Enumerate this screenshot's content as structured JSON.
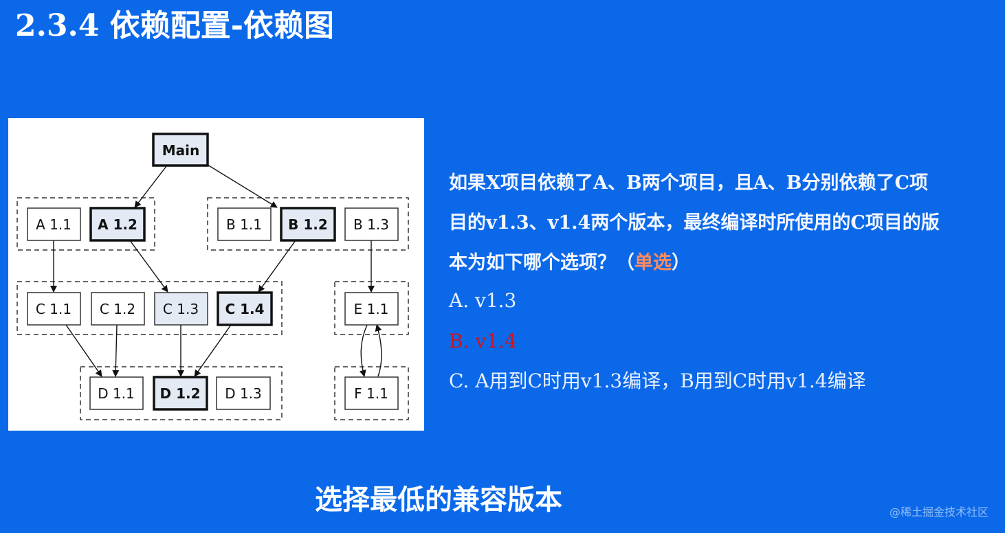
{
  "slide": {
    "title": "2.3.4 依赖配置-依赖图",
    "background_color": "#0b69e9"
  },
  "question": {
    "lines": [
      "如果X项目依赖了A、B两个项目，且A、B分别依赖了C项",
      "目的v1.3、v1.4两个版本，最终编译时所使用的C项目的版",
      "本为如下哪个选项？（"
    ],
    "type_tag": "单选",
    "type_tag_close": "）",
    "type_tag_color": "#ff8a5c"
  },
  "options": [
    {
      "label": "A. v1.3",
      "correct": false
    },
    {
      "label": "B. v1.4",
      "correct": true
    },
    {
      "label": "C. A用到C时用v1.3编译，B用到C时用v1.4编译",
      "correct": false
    }
  ],
  "conclusion": "选择最低的兼容版本",
  "watermark": "@稀土掘金技术社区",
  "diagram": {
    "nodes": {
      "main": "Main",
      "a11": "A 1.1",
      "a12": "A 1.2",
      "b11": "B 1.1",
      "b12": "B 1.2",
      "b13": "B 1.3",
      "c11": "C 1.1",
      "c12": "C 1.2",
      "c13": "C 1.3",
      "c14": "C 1.4",
      "d11": "D 1.1",
      "d12": "D 1.2",
      "d13": "D 1.3",
      "e11": "E 1.1",
      "f11": "F 1.1"
    },
    "selected_nodes": [
      "Main",
      "A 1.2",
      "B 1.2",
      "C 1.4",
      "D 1.2"
    ],
    "highlighted_nodes": [
      "C 1.3"
    ],
    "edges": [
      [
        "Main",
        "A 1.2"
      ],
      [
        "Main",
        "B 1.2"
      ],
      [
        "A 1.1",
        "C 1.1"
      ],
      [
        "A 1.2",
        "C 1.3"
      ],
      [
        "B 1.2",
        "C 1.4"
      ],
      [
        "B 1.3",
        "E 1.1"
      ],
      [
        "C 1.1",
        "D 1.1"
      ],
      [
        "C 1.2",
        "D 1.1"
      ],
      [
        "C 1.3",
        "D 1.2"
      ],
      [
        "C 1.4",
        "D 1.2"
      ],
      [
        "E 1.1",
        "F 1.1"
      ],
      [
        "F 1.1",
        "E 1.1"
      ]
    ],
    "colors": {
      "selected_fill": "#e3eaf4",
      "node_stroke": "#222222"
    }
  }
}
